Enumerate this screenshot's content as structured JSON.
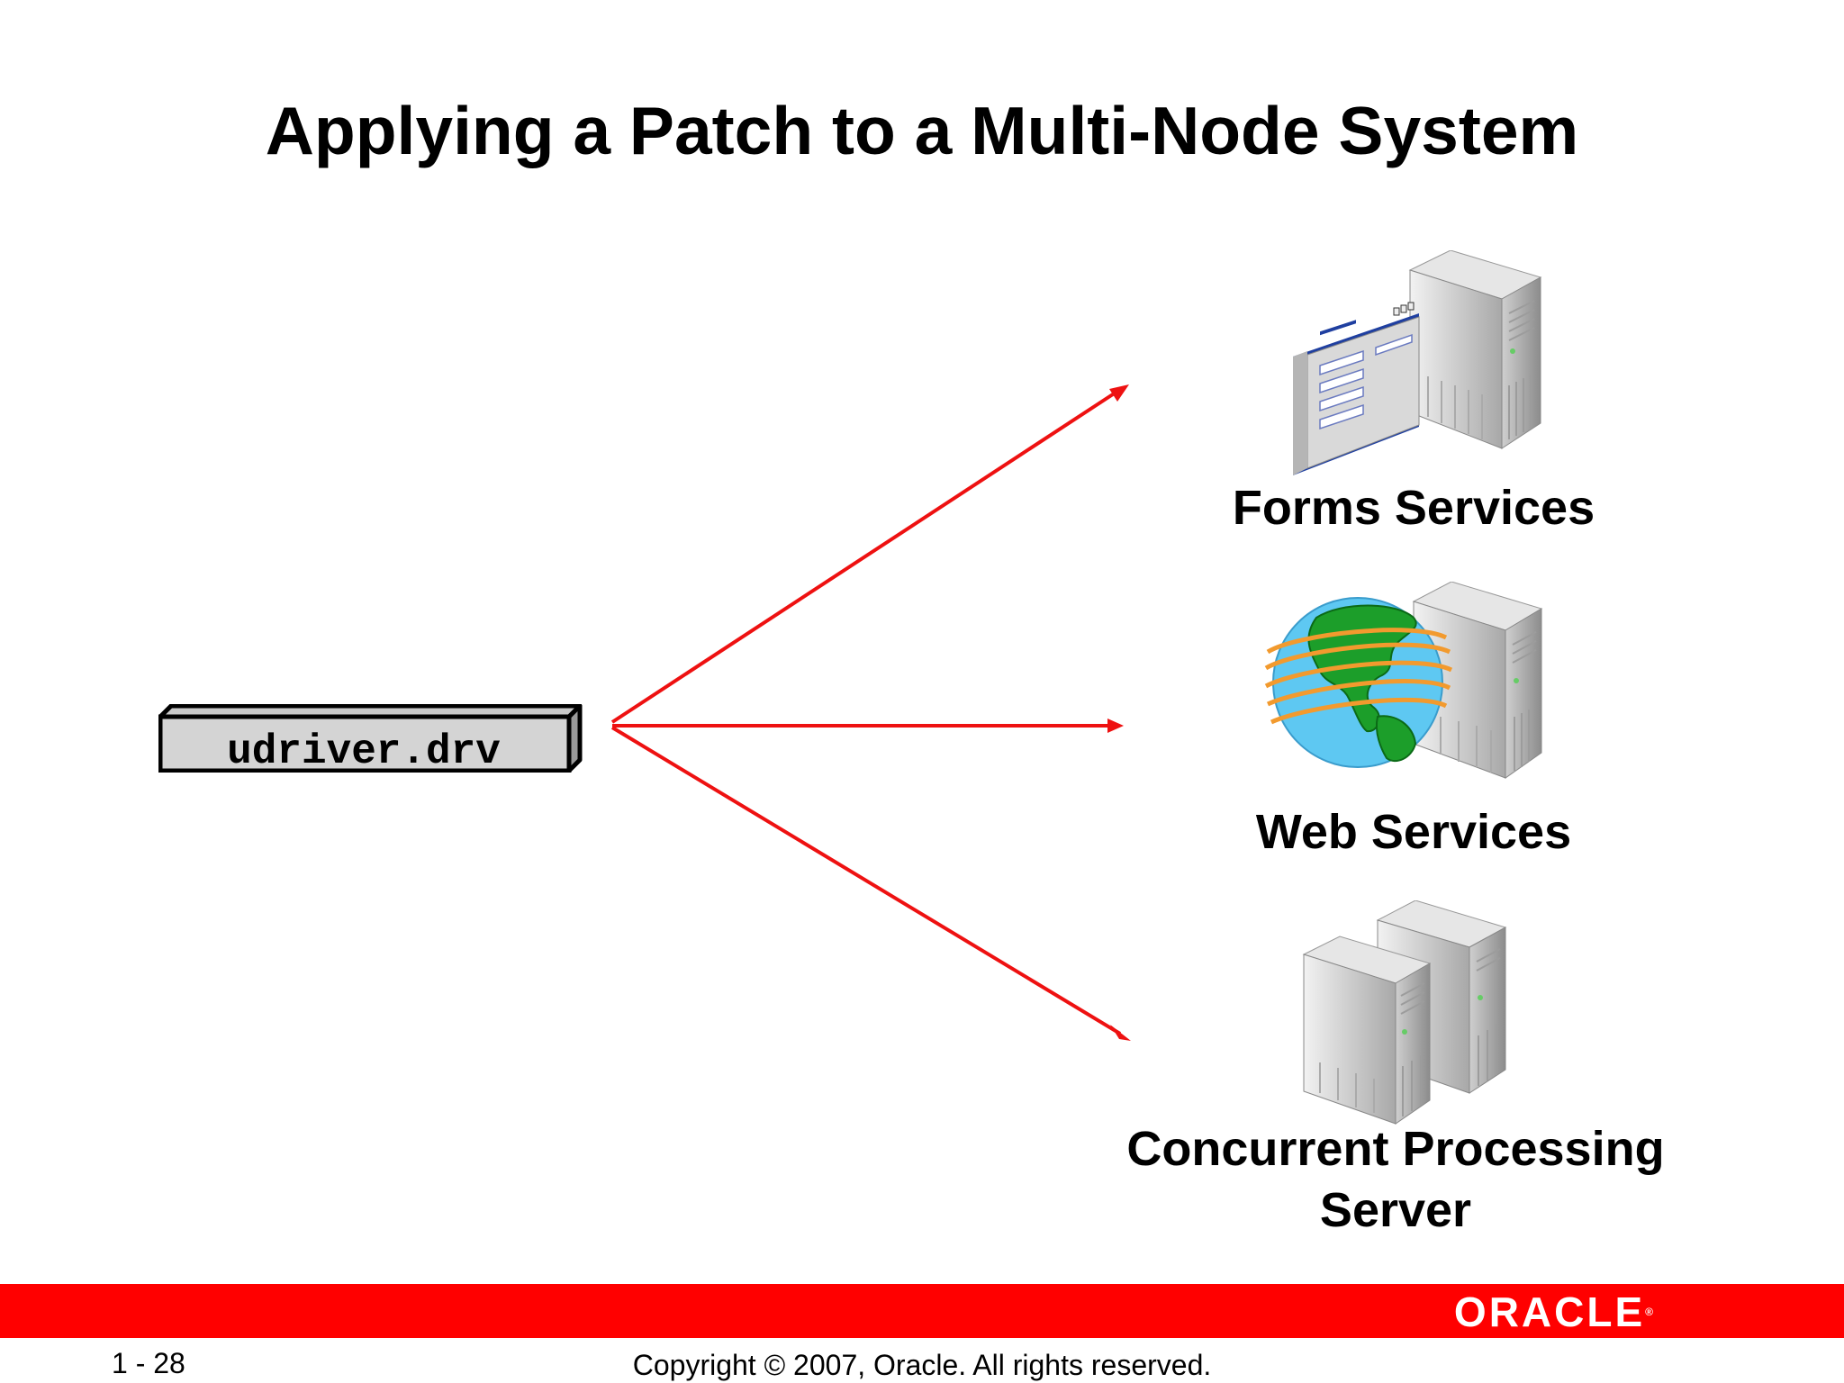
{
  "slide": {
    "title": "Applying a Patch to a Multi-Node System"
  },
  "source_file": {
    "label": "udriver.drv"
  },
  "nodes": [
    {
      "label": "Forms Services",
      "icon": "forms-server-icon"
    },
    {
      "label": "Web Services",
      "icon": "web-server-globe-icon"
    },
    {
      "label_line1": "Concurrent Processing",
      "label_line2": "Server",
      "icon": "dual-server-icon"
    }
  ],
  "colors": {
    "arrow": "#ee1111",
    "footer_bar": "#ff0000",
    "logo_text": "#ffffff"
  },
  "footer": {
    "page_number": "1 - 28",
    "copyright": "Copyright © 2007, Oracle. All rights reserved.",
    "logo_text": "ORACLE",
    "logo_mark": "®"
  }
}
